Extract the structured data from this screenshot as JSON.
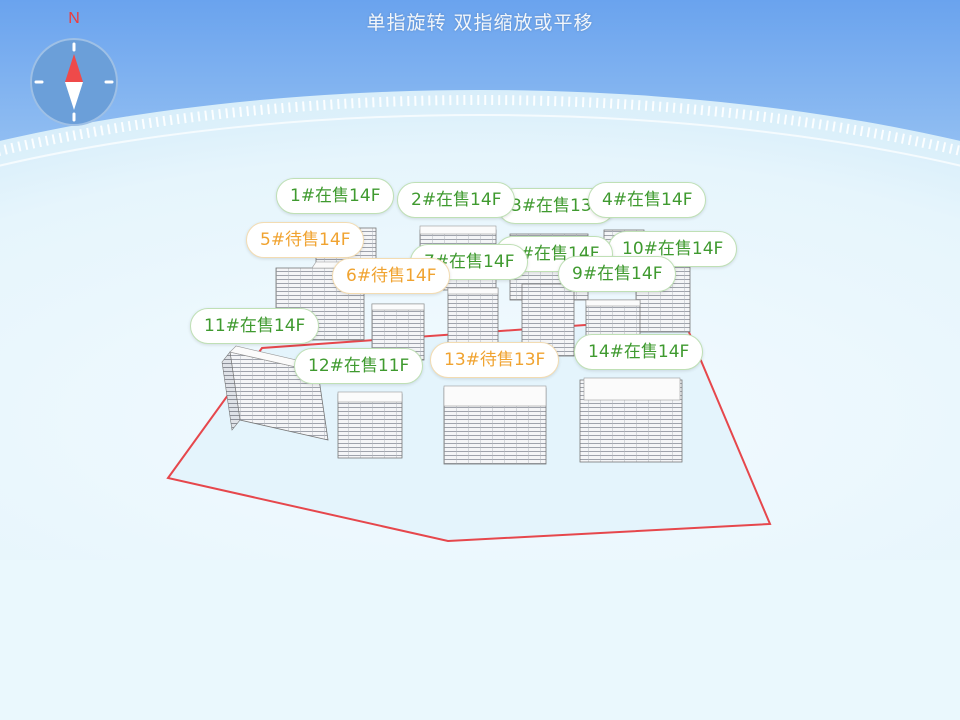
{
  "hint": "单指旋转 双指缩放或平移",
  "compass": {
    "north_label": "N",
    "icon": "compass-icon"
  },
  "colors": {
    "sky_top": "#6ea7ef",
    "ground": "#eaf8fd",
    "boundary": "#e6474c",
    "onsale_text": "#3f9a2f",
    "pending_text": "#f0a330",
    "compass_disc": "#6b9fd9"
  },
  "buildings": [
    {
      "id": "b10",
      "label": "10#在售14F",
      "status": "onsale"
    },
    {
      "id": "b3",
      "label": "3#在售13F",
      "status": "onsale"
    },
    {
      "id": "b8",
      "label": "8#在售14F",
      "status": "onsale"
    },
    {
      "id": "b4",
      "label": "4#在售14F",
      "status": "onsale"
    },
    {
      "id": "b2",
      "label": "2#在售14F",
      "status": "onsale"
    },
    {
      "id": "b1",
      "label": "1#在售14F",
      "status": "onsale"
    },
    {
      "id": "b7",
      "label": "7#在售14F",
      "status": "onsale"
    },
    {
      "id": "b5",
      "label": "5#待售14F",
      "status": "pending"
    },
    {
      "id": "b9",
      "label": "9#在售14F",
      "status": "onsale"
    },
    {
      "id": "b6",
      "label": "6#待售14F",
      "status": "pending"
    },
    {
      "id": "b11",
      "label": "11#在售14F",
      "status": "onsale"
    },
    {
      "id": "b14",
      "label": "14#在售14F",
      "status": "onsale"
    },
    {
      "id": "b13",
      "label": "13#待售13F",
      "status": "pending"
    },
    {
      "id": "b12",
      "label": "12#在售11F",
      "status": "onsale"
    }
  ]
}
